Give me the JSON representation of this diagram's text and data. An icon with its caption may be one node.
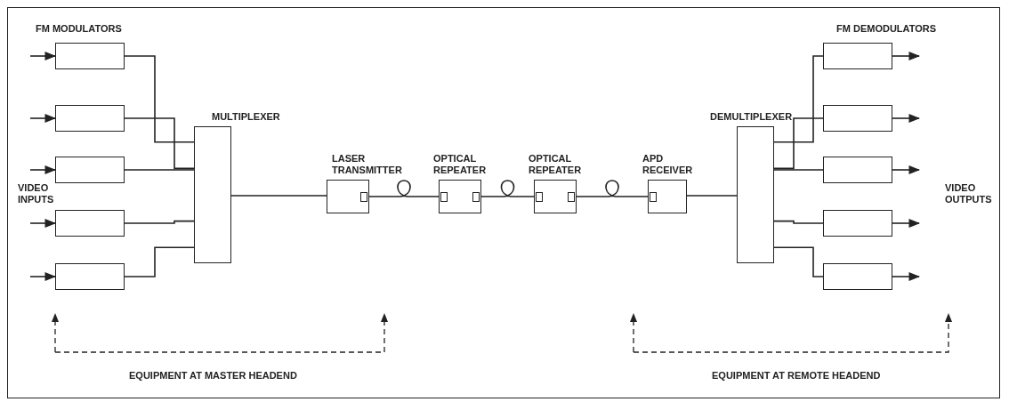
{
  "diagram": {
    "nodes": [
      {
        "text": [],
        "shape": "box"
      },
      {
        "text": [],
        "shape": "box"
      },
      {
        "text": [],
        "shape": "box"
      },
      {
        "text": [],
        "shape": "box"
      },
      {
        "text": [],
        "shape": "box"
      },
      {
        "text": [
          "MULTIPLEXER"
        ]
      },
      {
        "text": [
          "LASER TRANSMITTER"
        ]
      },
      {
        "text": [
          "OPTICAL REPEATER"
        ]
      },
      {
        "text": [
          "OPTICAL REPEATER"
        ]
      },
      {
        "text": [
          "APD RECEIVER"
        ]
      },
      {
        "text": [
          "DEMULTIPLEXER"
        ]
      },
      {
        "text": [],
        "shape": "box"
      },
      {
        "text": [],
        "shape": "box"
      },
      {
        "text": [],
        "shape": "box"
      },
      {
        "text": [],
        "shape": "box"
      },
      {
        "text": [],
        "shape": "box"
      }
    ],
    "edges": [
      {
        "from": null,
        "to": 0,
        "arrow": "to"
      },
      {
        "from": null,
        "to": 1,
        "arrow": "to"
      },
      {
        "from": null,
        "to": 2,
        "arrow": "to"
      },
      {
        "from": null,
        "to": 3,
        "arrow": "to"
      },
      {
        "from": null,
        "to": 4,
        "arrow": "to"
      },
      {
        "from": 0,
        "to": 5,
        "arrow": "none"
      },
      {
        "from": 1,
        "to": 5,
        "arrow": "none"
      },
      {
        "from": 2,
        "to": 5,
        "arrow": "none"
      },
      {
        "from": 3,
        "to": 5,
        "arrow": "none"
      },
      {
        "from": 4,
        "to": 5,
        "arrow": "none"
      },
      {
        "from": 5,
        "to": 6,
        "arrow": "none"
      },
      {
        "from": 6,
        "to": 7,
        "arrow": "none"
      },
      {
        "from": 7,
        "to": 8,
        "arrow": "none"
      },
      {
        "from": 8,
        "to": 9,
        "arrow": "none"
      },
      {
        "from": 9,
        "to": 10,
        "arrow": "none"
      },
      {
        "from": 10,
        "to": 11,
        "arrow": "none"
      },
      {
        "from": 10,
        "to": 12,
        "arrow": "none"
      },
      {
        "from": 10,
        "to": 13,
        "arrow": "none"
      },
      {
        "from": 10,
        "to": 14,
        "arrow": "none"
      },
      {
        "from": 10,
        "to": 15,
        "arrow": "none"
      },
      {
        "from": 11,
        "to": null,
        "arrow": "to"
      },
      {
        "from": 12,
        "to": null,
        "arrow": "to"
      },
      {
        "from": 13,
        "to": null,
        "arrow": "to"
      },
      {
        "from": 14,
        "to": null,
        "arrow": "to"
      },
      {
        "from": 15,
        "to": null,
        "arrow": "to"
      }
    ],
    "labels": [
      "FM MODULATORS",
      "FM DEMODULATORS",
      "VIDEO INPUTS",
      "VIDEO OUTPUTS",
      "EQUIPMENT AT MASTER HEADEND",
      "EQUIPMENT AT REMOTE HEADEND"
    ]
  }
}
